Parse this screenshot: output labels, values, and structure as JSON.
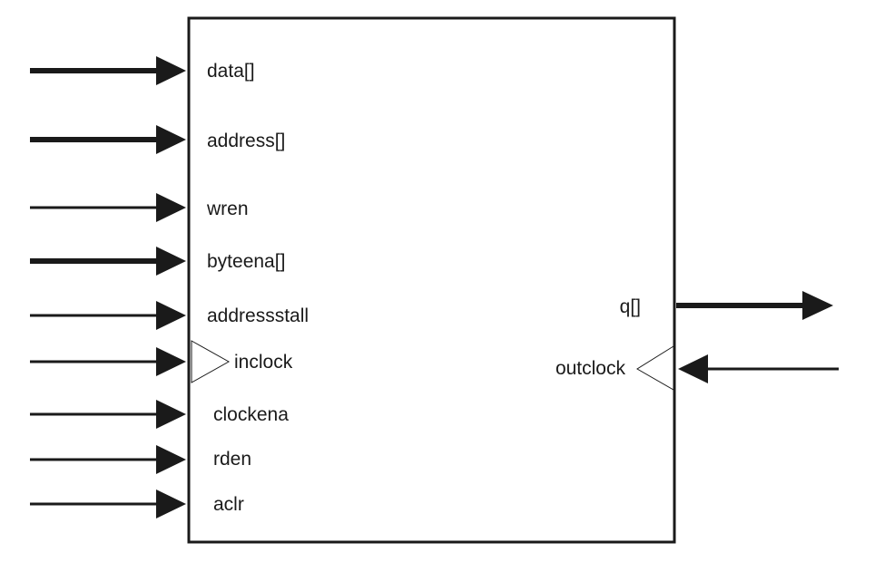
{
  "block": {
    "inputs": [
      {
        "label": "data[]",
        "bus": true,
        "clock": false
      },
      {
        "label": "address[]",
        "bus": true,
        "clock": false
      },
      {
        "label": "wren",
        "bus": false,
        "clock": false
      },
      {
        "label": "byteena[]",
        "bus": true,
        "clock": false
      },
      {
        "label": "addressstall",
        "bus": false,
        "clock": false
      },
      {
        "label": "inclock",
        "bus": false,
        "clock": true
      },
      {
        "label": "clockena",
        "bus": false,
        "clock": false
      },
      {
        "label": "rden",
        "bus": false,
        "clock": false
      },
      {
        "label": "aclr",
        "bus": false,
        "clock": false
      }
    ],
    "outputs": [
      {
        "label": "q[]",
        "bus": true,
        "direction": "out"
      }
    ],
    "right_inputs": [
      {
        "label": "outclock",
        "bus": false,
        "clock": true,
        "direction": "in"
      }
    ]
  }
}
